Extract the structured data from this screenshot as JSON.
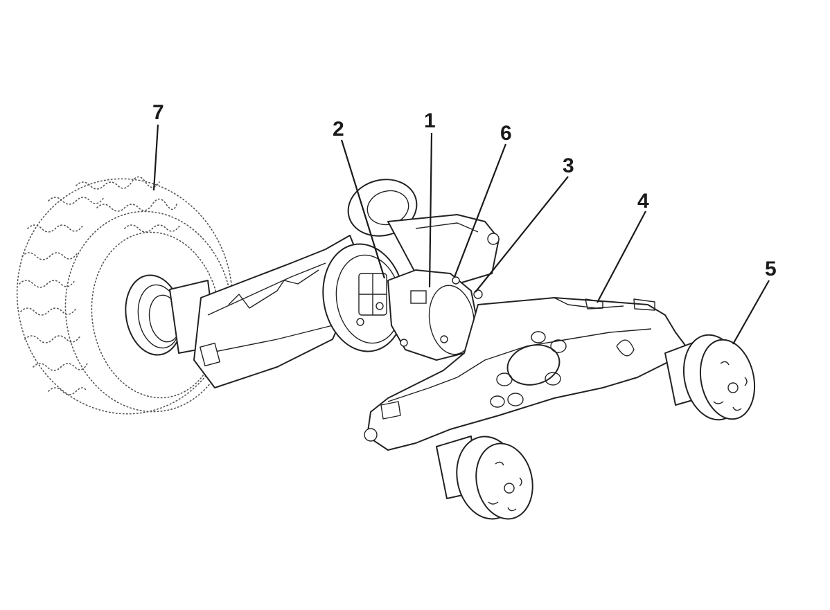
{
  "callouts": [
    {
      "id": "1",
      "label": "1"
    },
    {
      "id": "2",
      "label": "2"
    },
    {
      "id": "3",
      "label": "3"
    },
    {
      "id": "4",
      "label": "4"
    },
    {
      "id": "5",
      "label": "5"
    },
    {
      "id": "6",
      "label": "6"
    },
    {
      "id": "7",
      "label": "7"
    }
  ],
  "colors": {
    "line": "#222222",
    "dotted": "#555555",
    "background": "#ffffff"
  }
}
